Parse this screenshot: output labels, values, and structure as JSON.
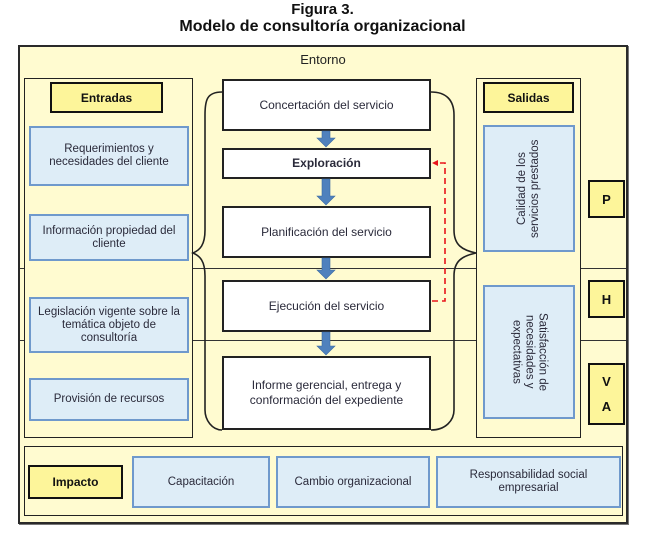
{
  "figure": {
    "number": "Figura 3.",
    "title": "Modelo de consultoría organizacional"
  },
  "environment_label": "Entorno",
  "inputs": {
    "header": "Entradas",
    "items": [
      "Requerimientos y necesidades del cliente",
      "Información propiedad del cliente",
      "Legislación vigente sobre la temática objeto de consultoría",
      "Provisión de recursos"
    ]
  },
  "process": {
    "steps": [
      "Concertación del servicio",
      "Exploración",
      "Planificación del servicio",
      "Ejecución del servicio",
      "Informe gerencial, entrega y conformación del expediente"
    ],
    "feedback_loop": {
      "from": "Ejecución del servicio",
      "to": "Exploración",
      "style": "dashed",
      "color": "#e8141b"
    },
    "arrow_color": "#4f81bd"
  },
  "outputs": {
    "header": "Salidas",
    "items": [
      "Calidad de los servicios prestados",
      "Satisfacción de necesidades y expectativas"
    ]
  },
  "phases": [
    {
      "letters": [
        "P"
      ]
    },
    {
      "letters": [
        "H"
      ]
    },
    {
      "letters": [
        "V",
        "A"
      ]
    }
  ],
  "impact": {
    "header": "Impacto",
    "items": [
      "Capacitación",
      "Cambio organizacional",
      "Responsabilidad social empresarial"
    ]
  },
  "colors": {
    "background": "#fffbd0",
    "label_fill": "#fdf59a",
    "blue_fill": "#deedf7",
    "blue_border": "#6f99cc"
  }
}
